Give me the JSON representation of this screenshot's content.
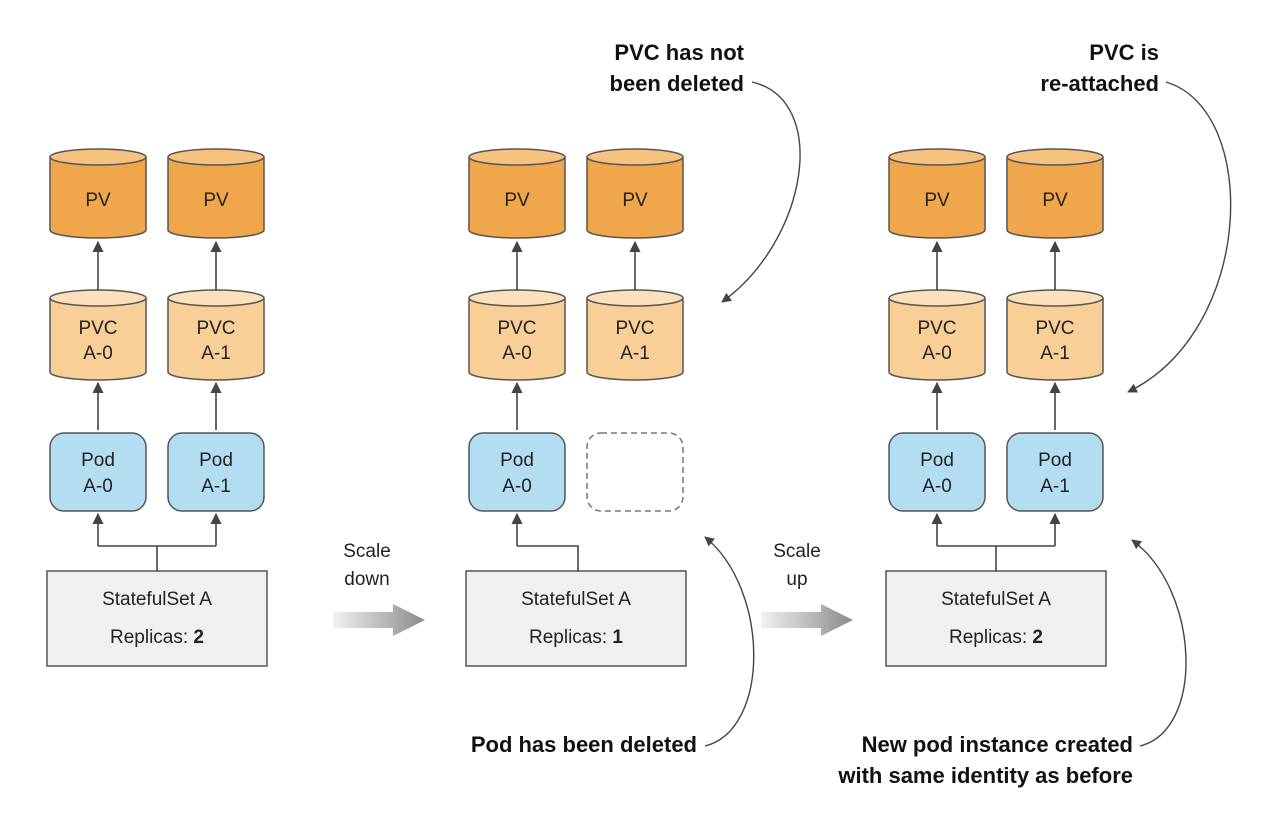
{
  "panels": [
    {
      "pvs": [
        {
          "label": "PV"
        },
        {
          "label": "PV"
        }
      ],
      "pvcs": [
        {
          "line1": "PVC",
          "line2": "A-0"
        },
        {
          "line1": "PVC",
          "line2": "A-1"
        }
      ],
      "pods": [
        {
          "line1": "Pod",
          "line2": "A-0",
          "state": "present"
        },
        {
          "line1": "Pod",
          "line2": "A-1",
          "state": "present"
        }
      ],
      "statefulset": {
        "name": "StatefulSet A",
        "replicas_label": "Replicas:",
        "replicas": "2"
      }
    },
    {
      "pvs": [
        {
          "label": "PV"
        },
        {
          "label": "PV"
        }
      ],
      "pvcs": [
        {
          "line1": "PVC",
          "line2": "A-0"
        },
        {
          "line1": "PVC",
          "line2": "A-1"
        }
      ],
      "pods": [
        {
          "line1": "Pod",
          "line2": "A-0",
          "state": "present"
        },
        {
          "line1": "",
          "line2": "",
          "state": "deleted"
        }
      ],
      "statefulset": {
        "name": "StatefulSet A",
        "replicas_label": "Replicas:",
        "replicas": "1"
      }
    },
    {
      "pvs": [
        {
          "label": "PV"
        },
        {
          "label": "PV"
        }
      ],
      "pvcs": [
        {
          "line1": "PVC",
          "line2": "A-0"
        },
        {
          "line1": "PVC",
          "line2": "A-1"
        }
      ],
      "pods": [
        {
          "line1": "Pod",
          "line2": "A-0",
          "state": "present"
        },
        {
          "line1": "Pod",
          "line2": "A-1",
          "state": "present"
        }
      ],
      "statefulset": {
        "name": "StatefulSet A",
        "replicas_label": "Replicas:",
        "replicas": "2"
      }
    }
  ],
  "transitions": [
    {
      "line1": "Scale",
      "line2": "down"
    },
    {
      "line1": "Scale",
      "line2": "up"
    }
  ],
  "callouts": {
    "pvc_not_deleted": [
      "PVC has not",
      "been deleted"
    ],
    "pvc_reattached": [
      "PVC is",
      "re-attached"
    ],
    "pod_deleted": [
      "Pod has been deleted"
    ],
    "new_pod": [
      "New pod instance created",
      "with same identity as before"
    ]
  },
  "colors": {
    "pv": "#f0a64a",
    "pv_top": "#f6c27f",
    "pvc": "#f8cf96",
    "pvc_top": "#fbe1bb",
    "pod": "#b3def2",
    "statefulset": "#f0f0f0",
    "line": "#555555"
  }
}
